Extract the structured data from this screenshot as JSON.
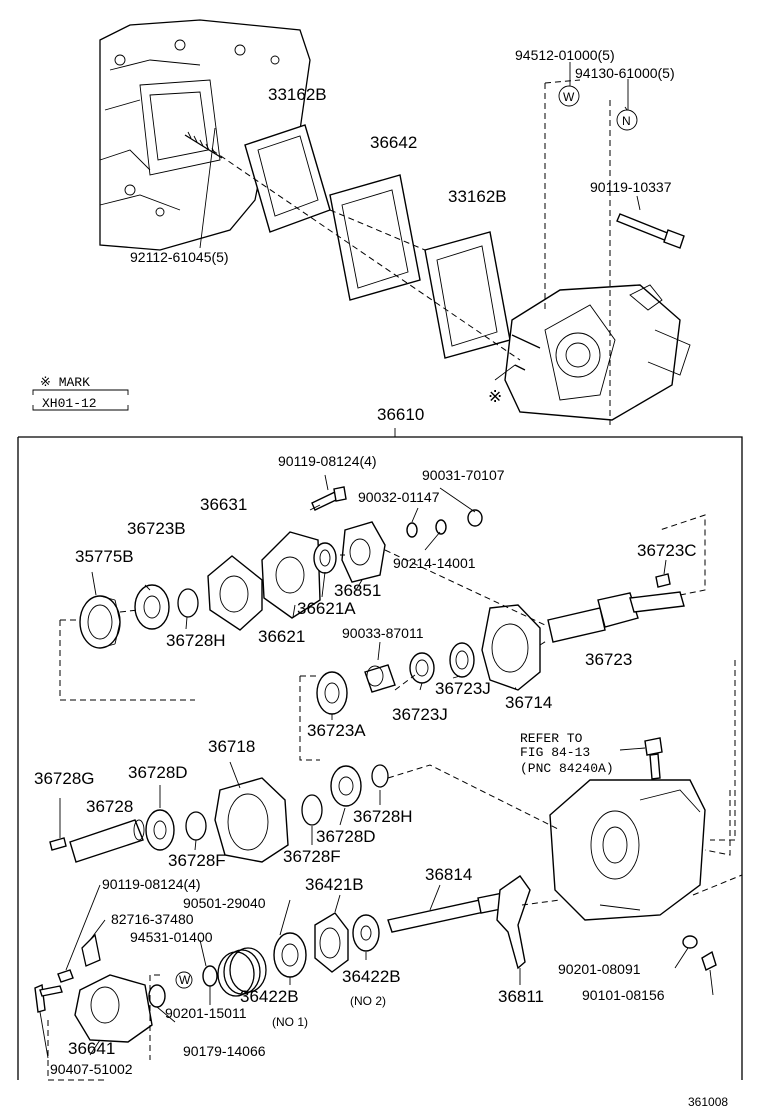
{
  "mark_note": {
    "title": "※ MARK",
    "code": "XH01-12",
    "symbol": "※"
  },
  "assembly_label": "36610",
  "figure_code": "361008",
  "symbols": {
    "w": "W",
    "n": "N"
  },
  "note_no1": "(NO 1)",
  "note_no2": "(NO 2)",
  "refer": {
    "line1": "REFER TO",
    "line2": "FIG  84-13",
    "line3": "(PNC  84240A)"
  },
  "part_labels": {
    "p94512": "94512-01000(5)",
    "p94130": "94130-61000(5)",
    "p33162b_top": "33162B",
    "p36642": "36642",
    "p33162b_mid": "33162B",
    "p90119_10337": "90119-10337",
    "p92112": "92112-61045(5)",
    "p90119_08124_top": "90119-08124(4)",
    "p90031": "90031-70107",
    "p90032": "90032-01147",
    "p36631": "36631",
    "p36723b": "36723B",
    "p35775b": "35775B",
    "p36851": "36851",
    "p90214": "90214-14001",
    "p36723c": "36723C",
    "p36621a": "36621A",
    "p36728h_top": "36728H",
    "p36621": "36621",
    "p90033": "90033-87011",
    "p36723": "36723",
    "p36723j_a": "36723J",
    "p36714": "36714",
    "p36723a": "36723A",
    "p36723j_b": "36723J",
    "p36718": "36718",
    "p36728g": "36728G",
    "p36728d_left": "36728D",
    "p36728": "36728",
    "p36728h_mid": "36728H",
    "p36728d_mid": "36728D",
    "p36728f_left": "36728F",
    "p36728f_mid": "36728F",
    "p90119_08124_bot": "90119-08124(4)",
    "p36421b": "36421B",
    "p36814": "36814",
    "p90501": "90501-29040",
    "p82716": "82716-37480",
    "p94531": "94531-01400",
    "p36422b_a": "36422B",
    "p36422b_b": "36422B",
    "p90201_15011": "90201-15011",
    "p36811": "36811",
    "p90201_08091": "90201-08091",
    "p90101": "90101-08156",
    "p36641": "36641",
    "p90179": "90179-14066",
    "p90407": "90407-51002"
  }
}
